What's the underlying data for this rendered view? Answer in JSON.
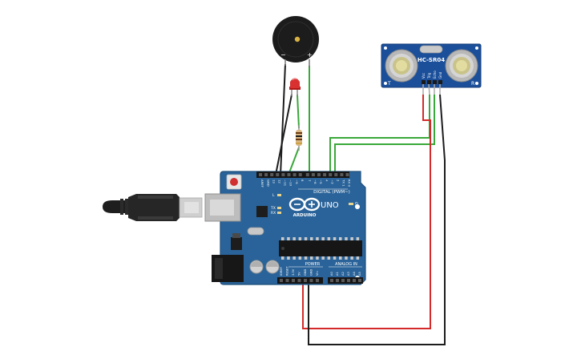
{
  "buzzer": {
    "minus_label": "−",
    "plus_label": "+"
  },
  "sensor": {
    "model": "HC-SR04",
    "pins": [
      "Vcc",
      "Trig",
      "Echo",
      "Gnd"
    ],
    "corner_left": "T",
    "corner_right": "R"
  },
  "arduino": {
    "logo": "ARDUINO",
    "model": "UNO",
    "digital_header": "DIGITAL (PWM~)",
    "power_header": "POWER",
    "analog_header": "ANALOG IN",
    "tx_label": "TX",
    "rx_label": "RX",
    "l_label": "L",
    "on_label": "ON",
    "digital_pins": [
      "AREF",
      "GND",
      "13",
      "12",
      "~11",
      "~10",
      "~9",
      "8",
      "7",
      "~6",
      "~5",
      "4",
      "~3",
      "2",
      "TX 1",
      "RX 0"
    ],
    "power_pins": [
      "IOREF",
      "RESET",
      "3.3V",
      "5V",
      "GND",
      "GND",
      "Vin"
    ],
    "analog_pins": [
      "A0",
      "A1",
      "A2",
      "A3",
      "A4",
      "A5"
    ]
  },
  "colors": {
    "board": "#2a6399",
    "board_dark": "#1f4f7c",
    "wire_red": "#d42a2a",
    "wire_black": "#1d1d1d",
    "wire_green": "#3aa83a",
    "sensor_blue": "#1b4f9a"
  }
}
